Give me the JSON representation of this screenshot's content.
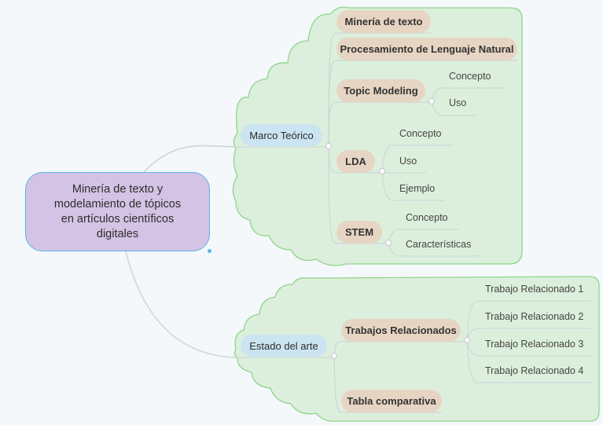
{
  "colors": {
    "background": "#f4f8fb",
    "cloud_fill": "#dcefdc",
    "cloud_border": "#8fd48a",
    "root_fill": "#d4c3e4",
    "root_border": "#5ab4ec",
    "topic_fill": "#cbe4f1",
    "subtopic_fill": "#e6d5c3",
    "connector": "#cfd6da"
  },
  "root": {
    "label": "Minería de texto y modelamiento de tópicos en artículos científicos digitales"
  },
  "branches": {
    "marco": {
      "label": "Marco Teórico",
      "mineria": {
        "label": "Minería de texto"
      },
      "pln": {
        "label": "Procesamiento de Lenguaje Natural"
      },
      "topic": {
        "label": "Topic Modeling",
        "children": [
          "Concepto",
          "Uso"
        ]
      },
      "lda": {
        "label": "LDA",
        "children": [
          "Concepto",
          "Uso",
          "Ejemplo"
        ]
      },
      "stem": {
        "label": "STEM",
        "children": [
          "Concepto",
          "Características"
        ]
      }
    },
    "estado": {
      "label": "Estado del arte",
      "trabajos": {
        "label": "Trabajos Relacionados",
        "children": [
          "Trabajo Relacionado 1",
          "Trabajo Relacionado 2",
          "Trabajo Relacionado 3",
          "Trabajo Relacionado 4"
        ]
      },
      "tabla": {
        "label": "Tabla comparativa"
      }
    }
  }
}
